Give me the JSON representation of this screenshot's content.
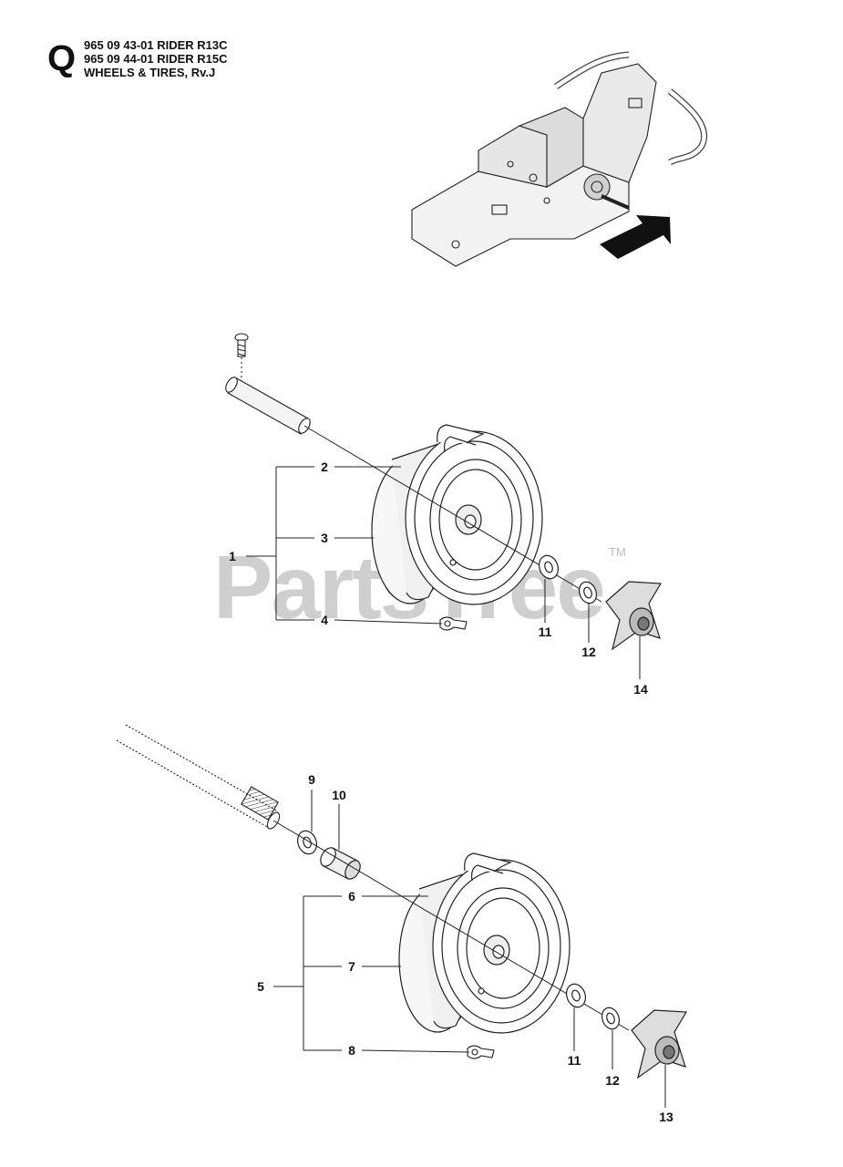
{
  "header": {
    "section_letter": "Q",
    "lines": [
      "965 09 43-01 RIDER R13C",
      "965 09 44-01 RIDER R15C",
      "WHEELS & TIRES, Rv.J"
    ]
  },
  "watermark": {
    "text": "PartsTree",
    "tm": "TM"
  },
  "callouts": {
    "c1": "1",
    "c2": "2",
    "c3": "3",
    "c4": "4",
    "c11a": "11",
    "c12a": "12",
    "c14": "14",
    "c5": "5",
    "c6": "6",
    "c7": "7",
    "c8": "8",
    "c9": "9",
    "c10": "10",
    "c11b": "11",
    "c12b": "12",
    "c13": "13"
  }
}
